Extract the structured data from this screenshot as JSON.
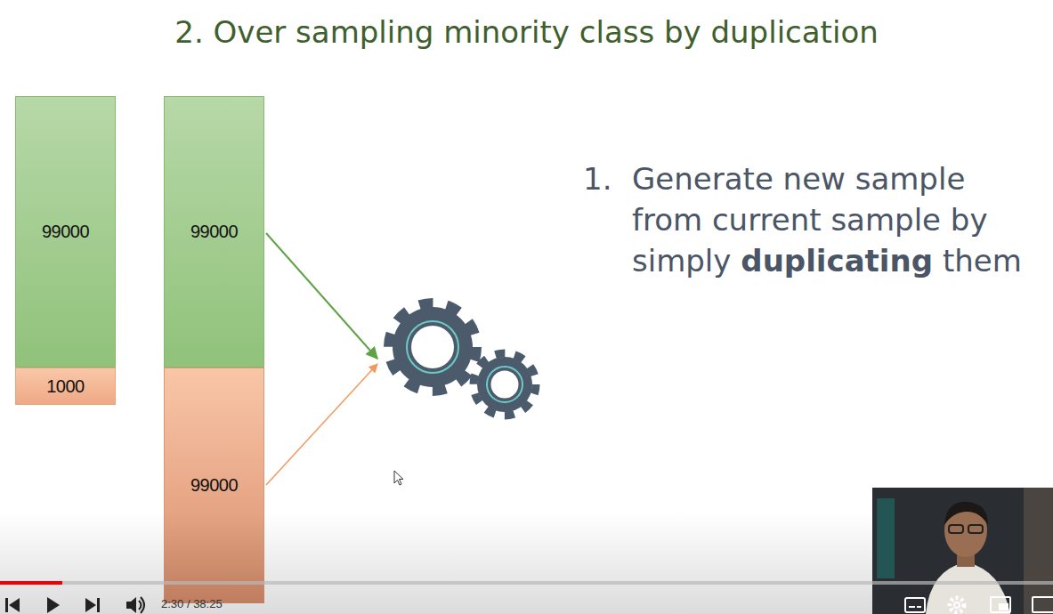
{
  "diagram": {
    "title": "2. Over sampling minority class by duplication",
    "nodes": [
      {
        "text": [
          "99000"
        ]
      },
      {
        "text": [
          "1000"
        ]
      },
      {
        "text": [
          "99000"
        ]
      },
      {
        "text": [
          "99000"
        ]
      }
    ],
    "labels": [
      "1.",
      "Generate new sample from current sample by simply",
      "duplicating",
      "them",
      "2:30 / 38:25"
    ]
  }
}
